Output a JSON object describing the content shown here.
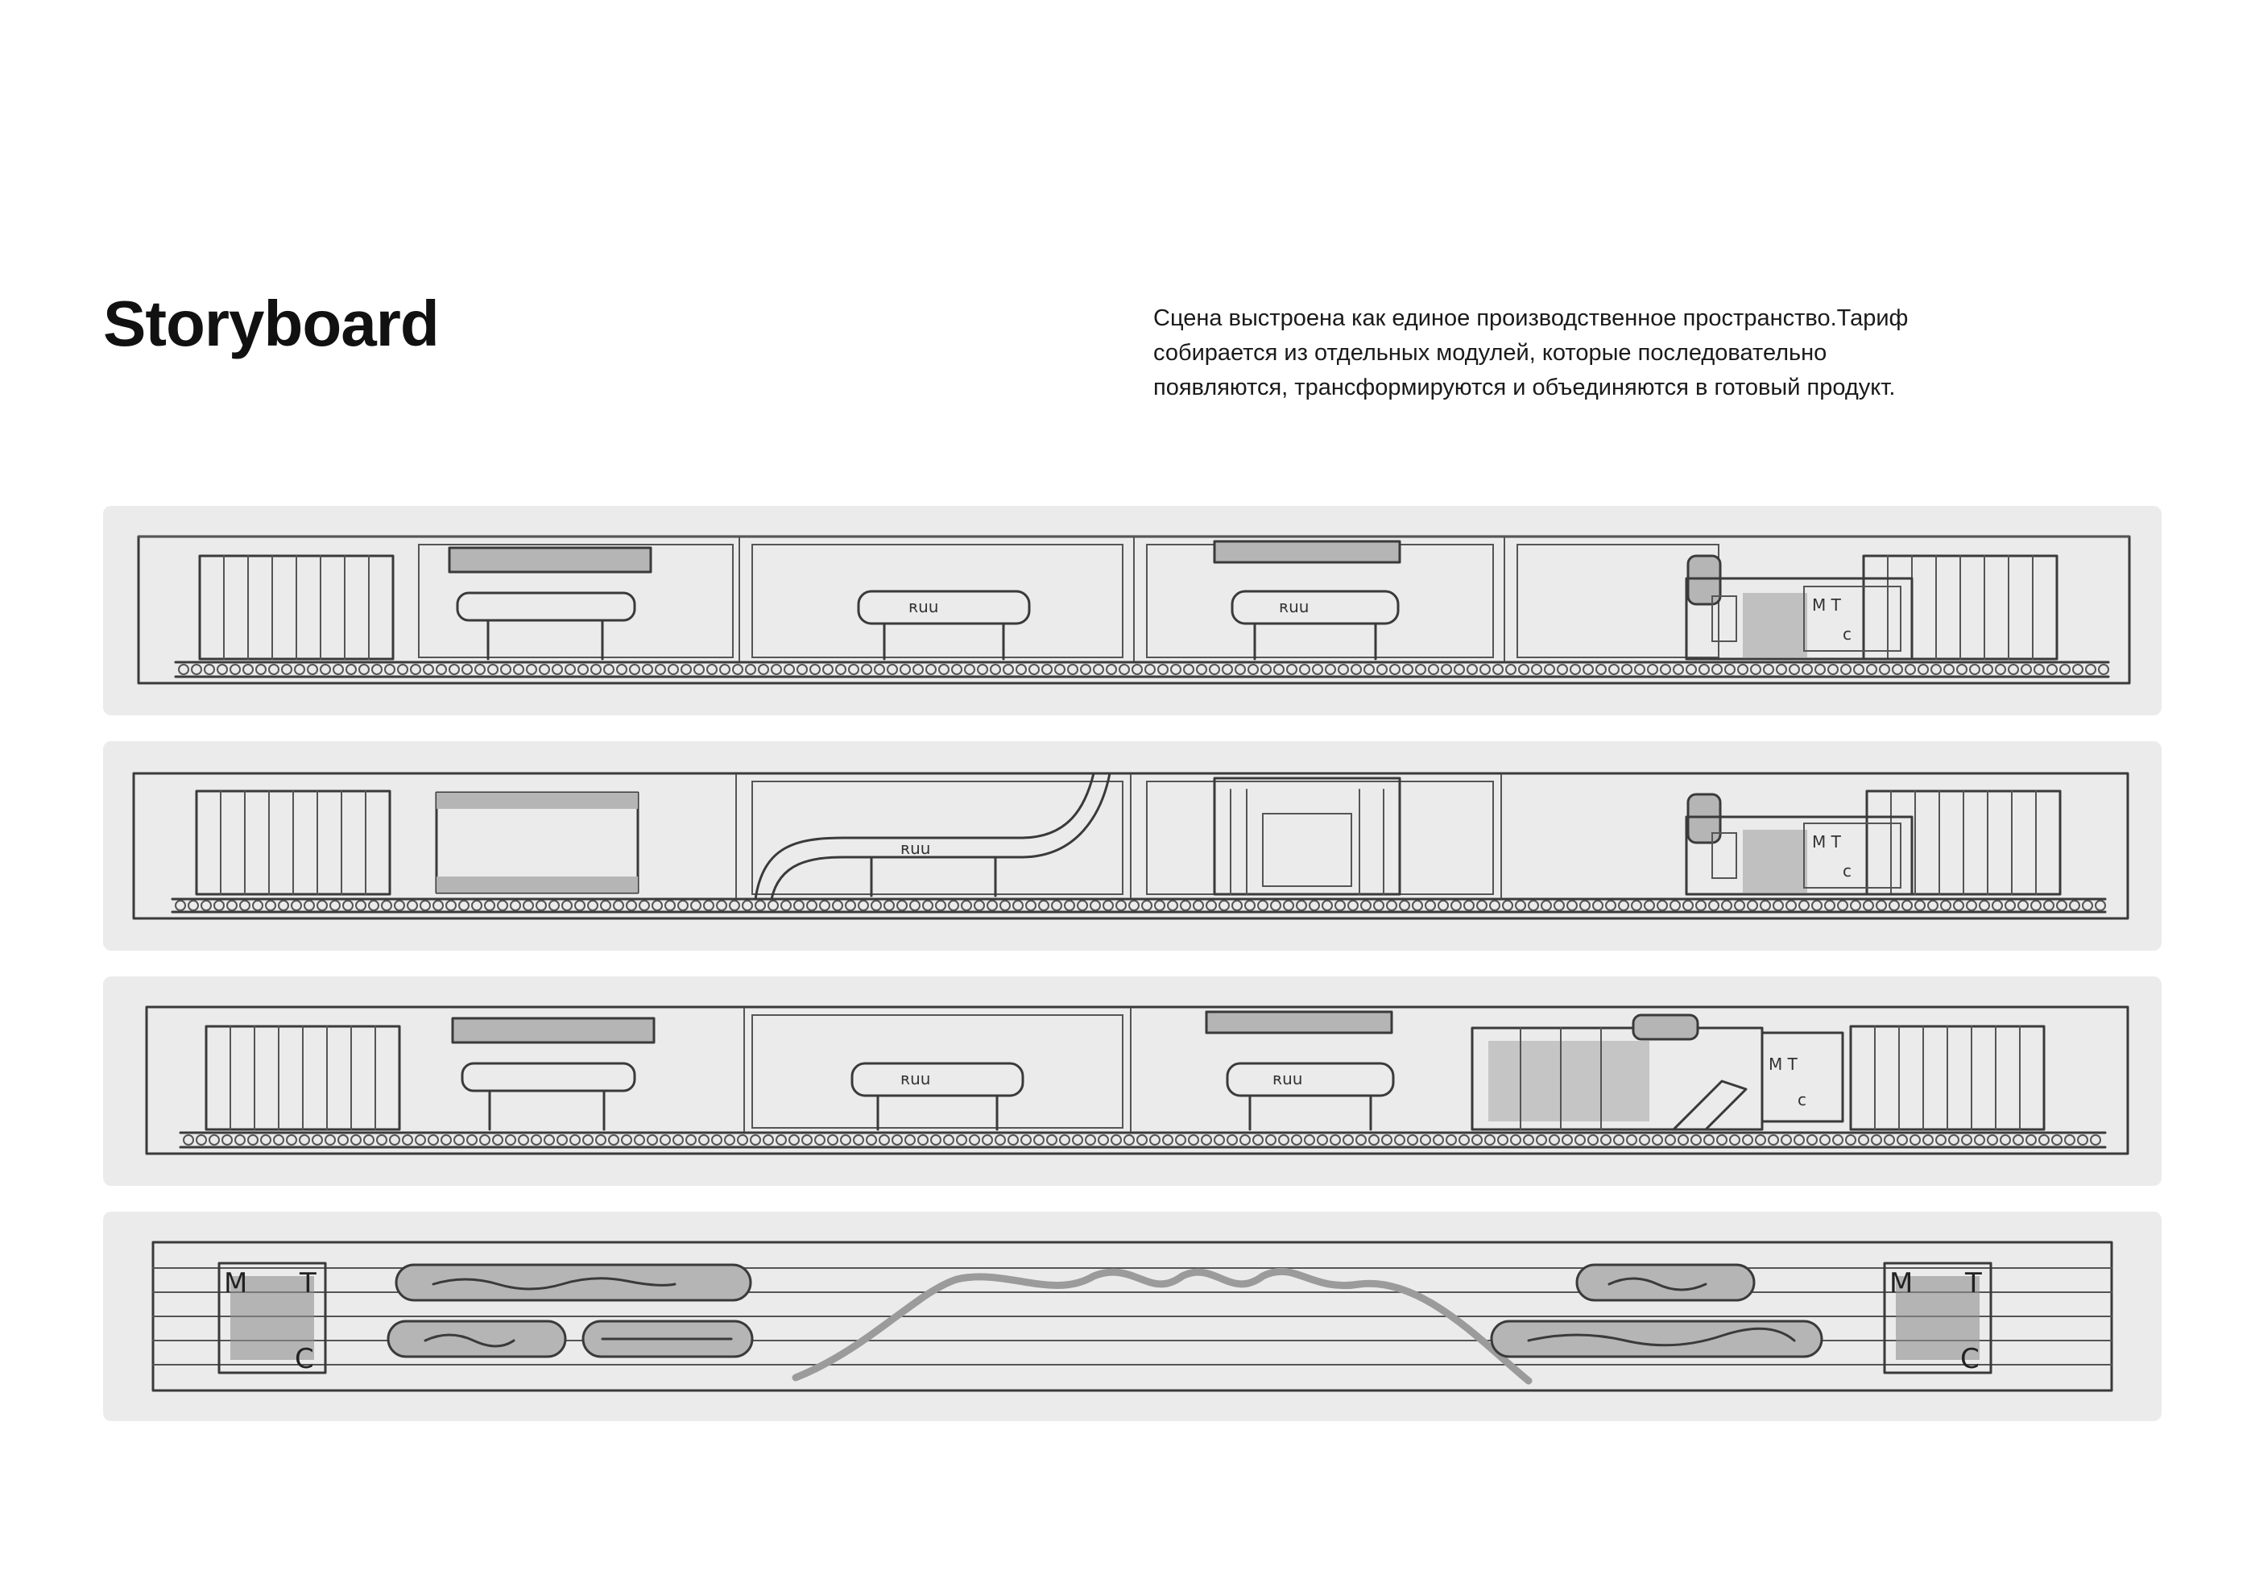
{
  "header": {
    "title": "Storyboard",
    "description": "Сцена выстроена как единое производственное пространство.Тариф собирается из отдельных модулей, которые последовательно появляются, трансформируются и объединяются в готовый продукт."
  },
  "panels": [
    {
      "scene": "conveyor-modules-lines"
    },
    {
      "scene": "conveyor-modules-transform"
    },
    {
      "scene": "conveyor-modules-assembly"
    },
    {
      "scene": "final-tariff-card"
    }
  ],
  "brand": {
    "logo_letters": [
      "М",
      "Т",
      "С"
    ]
  },
  "colors": {
    "panel_background": "#ebebeb",
    "sketch_stroke": "#3a3a3a",
    "sketch_fill": "#b5b5b5",
    "page_background": "#ffffff"
  },
  "icons": [
    "radiator-icon",
    "conveyor-belt-icon",
    "pipe-module-icon",
    "mts-logo-icon",
    "pill-label-icon"
  ]
}
